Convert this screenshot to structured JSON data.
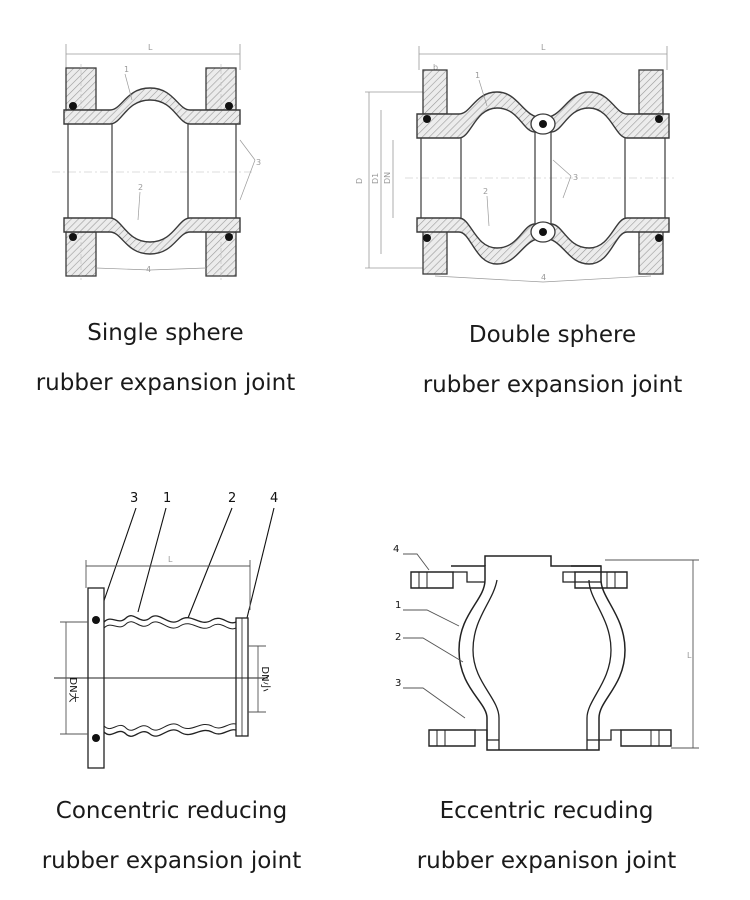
{
  "panels": [
    {
      "caption_line1": "Single sphere",
      "caption_line2": "rubber expansion joint",
      "dims": {
        "length": "L"
      },
      "callouts": [
        "1",
        "2",
        "3",
        "4"
      ]
    },
    {
      "caption_line1": "Double sphere",
      "caption_line2": "rubber expansion joint",
      "dims": {
        "length": "L",
        "b": "b",
        "d": "D",
        "d1": "D1",
        "dn": "DN"
      },
      "callouts": [
        "1",
        "2",
        "3",
        "4"
      ]
    },
    {
      "caption_line1": "Concentric reducing",
      "caption_line2": "rubber expansion joint",
      "dims": {
        "length": "L",
        "dn_large": "DN大",
        "dn_small": "DN小"
      },
      "callouts": [
        "3",
        "1",
        "2",
        "4"
      ]
    },
    {
      "caption_line1": "Eccentric recuding",
      "caption_line2": "rubber expanison joint",
      "dims": {
        "length": "L"
      },
      "callouts": [
        "4",
        "1",
        "2",
        "3"
      ]
    }
  ],
  "colors": {
    "line": "#3a3a3a",
    "hatch": "#b9b9b9",
    "dim": "#9a9a9a",
    "text": "#1a1a1a"
  }
}
